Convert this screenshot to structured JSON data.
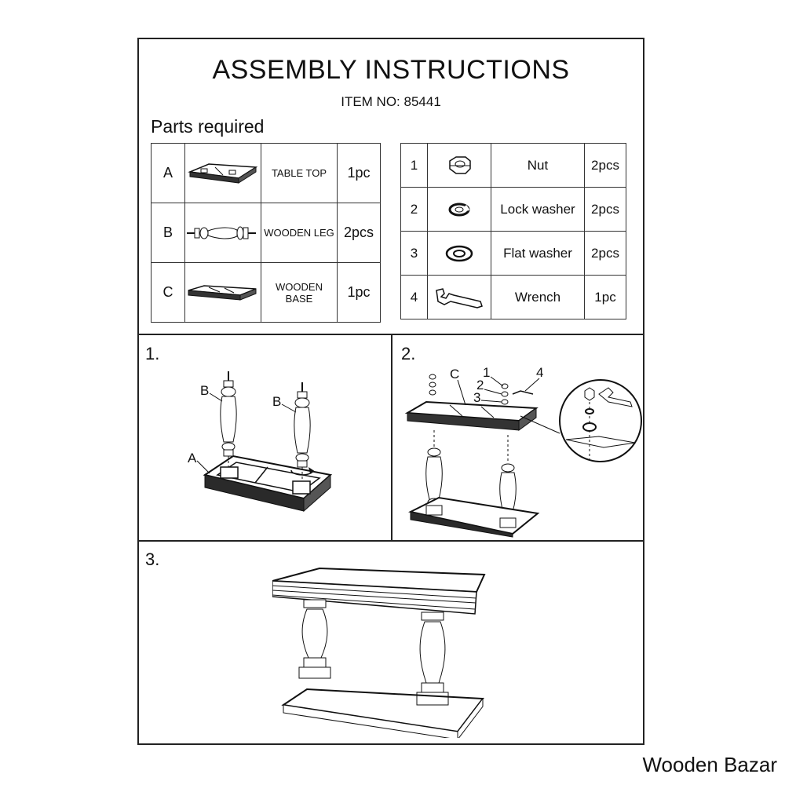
{
  "document": {
    "title": "ASSEMBLY INSTRUCTIONS",
    "item_no": "ITEM NO: 85441",
    "parts_heading": "Parts required"
  },
  "parts_left": [
    {
      "letter": "A",
      "name": "TABLE TOP",
      "qty": "1pc",
      "icon": "table-top-icon"
    },
    {
      "letter": "B",
      "name": "WOODEN LEG",
      "qty": "2pcs",
      "icon": "wooden-leg-icon"
    },
    {
      "letter": "C",
      "name": "WOODEN BASE",
      "qty": "1pc",
      "icon": "wooden-base-icon"
    }
  ],
  "parts_right": [
    {
      "num": "1",
      "name": "Nut",
      "qty": "2pcs",
      "icon": "nut-icon"
    },
    {
      "num": "2",
      "name": "Lock washer",
      "qty": "2pcs",
      "icon": "lock-washer-icon"
    },
    {
      "num": "3",
      "name": "Flat washer",
      "qty": "2pcs",
      "icon": "flat-washer-icon"
    },
    {
      "num": "4",
      "name": "Wrench",
      "qty": "1pc",
      "icon": "wrench-icon"
    }
  ],
  "steps": [
    {
      "label": "1.",
      "callouts": [
        "B",
        "B",
        "A"
      ]
    },
    {
      "label": "2.",
      "callouts": [
        "C",
        "1",
        "2",
        "3",
        "4"
      ]
    },
    {
      "label": "3."
    }
  ],
  "footer": {
    "brand": "Wooden Bazar"
  }
}
